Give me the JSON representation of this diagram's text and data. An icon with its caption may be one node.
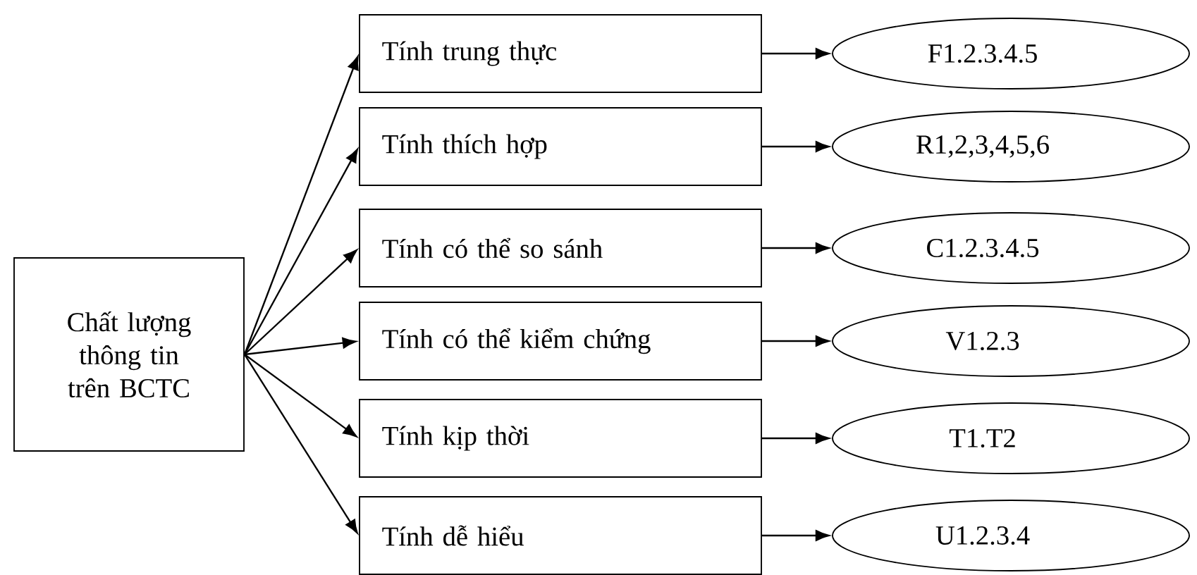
{
  "diagram": {
    "nodes": [
      {
        "text": [
          "Chất lượng thông tin trên BCTC"
        ]
      },
      {
        "text": [
          "Tính trung thực"
        ]
      },
      {
        "text": [
          "Tính thích hợp"
        ]
      },
      {
        "text": [
          "Tính có thể so sánh"
        ]
      },
      {
        "text": [
          "Tính có thể kiểm chứng"
        ]
      },
      {
        "text": [
          "Tính kịp thời"
        ]
      },
      {
        "text": [
          "Tính dễ hiểu"
        ]
      },
      {
        "text": [
          "F1.2.3.4.5"
        ]
      },
      {
        "text": [
          "R1,2,3,4,5,6"
        ]
      },
      {
        "text": [
          "C1.2.3.4.5"
        ]
      },
      {
        "text": [
          "V1.2.3"
        ]
      },
      {
        "text": [
          "T1.T2"
        ]
      },
      {
        "text": [
          "U1.2.3.4"
        ]
      }
    ],
    "edges": [
      {
        "from": 0,
        "to": 1,
        "arrow": "to"
      },
      {
        "from": 0,
        "to": 2,
        "arrow": "to"
      },
      {
        "from": 0,
        "to": 3,
        "arrow": "to"
      },
      {
        "from": 0,
        "to": 4,
        "arrow": "to"
      },
      {
        "from": 0,
        "to": 5,
        "arrow": "to"
      },
      {
        "from": 0,
        "to": 6,
        "arrow": "to"
      },
      {
        "from": 1,
        "to": 7,
        "arrow": "to"
      },
      {
        "from": 2,
        "to": 8,
        "arrow": "to"
      },
      {
        "from": 3,
        "to": 9,
        "arrow": "to"
      },
      {
        "from": 4,
        "to": 10,
        "arrow": "to"
      },
      {
        "from": 5,
        "to": 11,
        "arrow": "to"
      },
      {
        "from": 6,
        "to": 12,
        "arrow": "to"
      }
    ]
  }
}
